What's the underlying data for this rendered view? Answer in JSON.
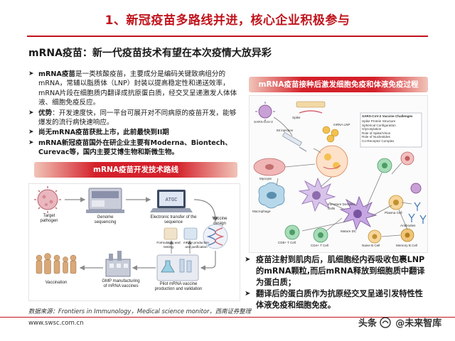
{
  "title": "1、新冠疫苗多路线并进，核心企业积极参与",
  "subtitle": "mRNA疫苗：新一代疫苗技术有望在本次疫情大放异彩",
  "bullets": [
    {
      "lead": "mRNA疫苗",
      "text": "是一类核酸疫苗，主要成分是编码关键致病组分的mRNA，常辅以脂质体（LNP）封装以提高稳定性和递送效率，mRNA片段在细胞质内翻译成抗原蛋白质，经交叉呈递激发人体体液、细胞免疫反应。"
    },
    {
      "lead": "优势",
      "text": "：开发速度快，同一平台可展开对不同病原的疫苗开发，能够爆发的流行病快速响应。"
    },
    {
      "lead": "尚无mRNA疫苗获批上市，此前最快到II期",
      "text": ""
    },
    {
      "lead": "mRNA新冠疫苗国外在研企业主要有Moderna、Biontech、Curevac等，国内主要艾博生物和斯微生物。",
      "text": ""
    }
  ],
  "left_tag": "mRNA疫苗开发技术路线",
  "right_tag": "mRNA疫苗接种后激发细胞免疫和体液免疫过程",
  "flow_labels": {
    "target": "Target\npathogen",
    "genome": "Genome\nsequencing",
    "electronic": "Electronic transfer of the\nsequence",
    "vaccine_design": "Vaccine\ndesign",
    "formulation": "Formulation and\ntesting",
    "mrna_prod": "mRNA production\nand purification",
    "pilot": "Pilot mRNA vaccine\nproduction and validation",
    "gmp": "GMP manufacturing\nof mRNA vaccines",
    "vaccination": "Vaccination"
  },
  "diagram_labels": {
    "sars": "SARS-CoV-2",
    "mrna_lnp": "mRNA LNP",
    "im_injection": "IM injection",
    "myocyte": "Myocyte",
    "macrophage": "Macrophage",
    "immature_dc": "Immature Dendritic Cells",
    "mature_dc": "Mature DC",
    "cd4_t": "CD4+ T Cell",
    "cd8_t": "CD8+ T Cell",
    "b_cell": "Naive B Cell",
    "plasma": "Plasma Cell",
    "memory_b": "Memory B Cell",
    "antibodies": "Antibodies",
    "spike": "Spike",
    "challenges_title": "SARS-CoV-2 Vaccine Challenges",
    "challenges": [
      "Spike Protein Structure",
      "Spherical Configuration",
      "Glycosylation",
      "Role of Spike/Virion",
      "Role of Nucleotides",
      "Co-Receptor Complex"
    ]
  },
  "notes": [
    "疫苗注射到肌肉后，肌细胞经内吞吸收包裹LNP的mRNA颗粒,而后mRNA释放到细胞质中翻译为蛋白质；",
    "翻译后的蛋白质作为抗原经交叉呈递引发特性性体液免疫和细胞免疫。"
  ],
  "source": "数据来源：Frontiers in Immunology，Medical science monitor，西南证券整理",
  "url": "www.swsc.com.cn",
  "watermark": {
    "prefix": "头条",
    "name": "@未来智库"
  },
  "colors": {
    "brand_red": "#c0141c",
    "tag_red": "#d4202a"
  }
}
